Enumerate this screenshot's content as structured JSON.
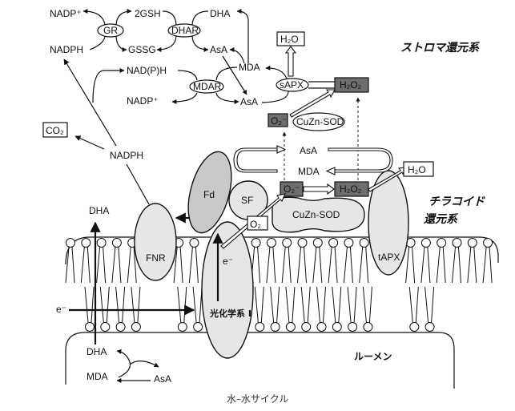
{
  "figure": {
    "caption": "水–水サイクル",
    "region_labels": {
      "stroma": "ストロマ還元系",
      "thylakoid_line1": "チラコイド",
      "thylakoid_line2": "還元系",
      "lumen": "ルーメン"
    }
  },
  "stroma_cycle": {
    "enzymes": {
      "gr": "GR",
      "dhar": "DHAR",
      "mdar": "MDAR",
      "sapx": "sAPX",
      "cuzn_sod": "CuZn-SOD"
    },
    "metabolites": {
      "nadp_plus_top": "NADP⁺",
      "nadph_top": "NADPH",
      "gsh": "2GSH",
      "gssg": "GSSG",
      "dha_top": "DHA",
      "asa_top": "AsA",
      "mda_top": "MDA",
      "nadph_mdar": "NAD(P)H",
      "nadp_plus_mdar": "NADP⁺",
      "asa_mdar": "AsA",
      "nadph_mid": "NADPH",
      "co2": "CO₂",
      "h2o_top": "H₂O",
      "h2o2_top": "H₂O₂",
      "o2minus_top": "O₂⁻"
    }
  },
  "thylakoid_system": {
    "proteins": {
      "fd": "Fd",
      "sf": "SF",
      "fnr": "FNR",
      "tapx": "tAPX",
      "cuzn_sod": "CuZn-SOD",
      "psi": "光化学系 I"
    },
    "species": {
      "asa": "AsA",
      "mda": "MDA",
      "o2minus": "O₂⁻",
      "h2o2": "H₂O₂",
      "o2": "O₂",
      "h2o": "H₂O",
      "electron_psi": "e⁻",
      "electron_left": "e⁻",
      "dha_left": "DHA"
    }
  },
  "lumen": {
    "dha": "DHA",
    "mda": "MDA",
    "asa": "AsA"
  }
}
